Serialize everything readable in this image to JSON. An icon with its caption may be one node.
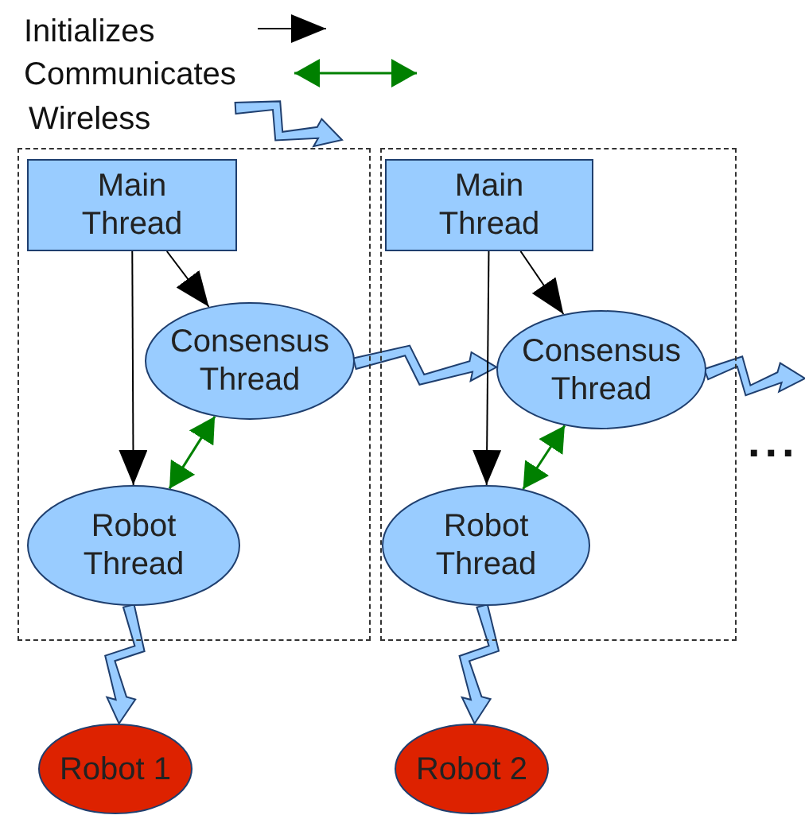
{
  "diagram": {
    "nodes": [
      {
        "text": [],
        "shape": "box"
      },
      {
        "text": [
          "Main Thread"
        ],
        "in": 0
      },
      {
        "text": [
          "Consensus Thread"
        ],
        "in": 0
      },
      {
        "text": [
          "Robot Thread"
        ],
        "in": 0
      },
      {
        "text": [],
        "shape": "box"
      },
      {
        "text": [
          "Main Thread"
        ],
        "in": 4
      },
      {
        "text": [
          "Consensus Thread"
        ],
        "in": 4
      },
      {
        "text": [
          "Robot Thread"
        ],
        "in": 4
      },
      {
        "text": [
          "Robot 1"
        ]
      },
      {
        "text": [
          "Robot 2"
        ]
      }
    ],
    "edges": [
      {
        "from": 1,
        "to": 2,
        "arrow": "to"
      },
      {
        "from": 1,
        "to": 3,
        "arrow": "to"
      },
      {
        "from": 2,
        "to": 3,
        "arrow": "both",
        "color": "#008000"
      },
      {
        "from": 2,
        "to": 6,
        "arrow": "to",
        "style": "thick",
        "color": "#99ccff"
      },
      {
        "from": 5,
        "to": 6,
        "arrow": "to"
      },
      {
        "from": 5,
        "to": 7,
        "arrow": "to"
      },
      {
        "from": 6,
        "to": 7,
        "arrow": "both",
        "color": "#008000"
      },
      {
        "from": 6,
        "to": null,
        "arrow": "to",
        "style": "thick",
        "color": "#99ccff"
      },
      {
        "from": 3,
        "to": 8,
        "arrow": "to",
        "style": "thick",
        "color": "#99ccff"
      },
      {
        "from": 7,
        "to": 9,
        "arrow": "to",
        "style": "thick",
        "color": "#99ccff"
      }
    ],
    "labels": [
      "..."
    ],
    "legend": [
      {
        "text": "Initializes"
      },
      {
        "text": "Communicates"
      },
      {
        "text": "Wireless"
      }
    ]
  }
}
